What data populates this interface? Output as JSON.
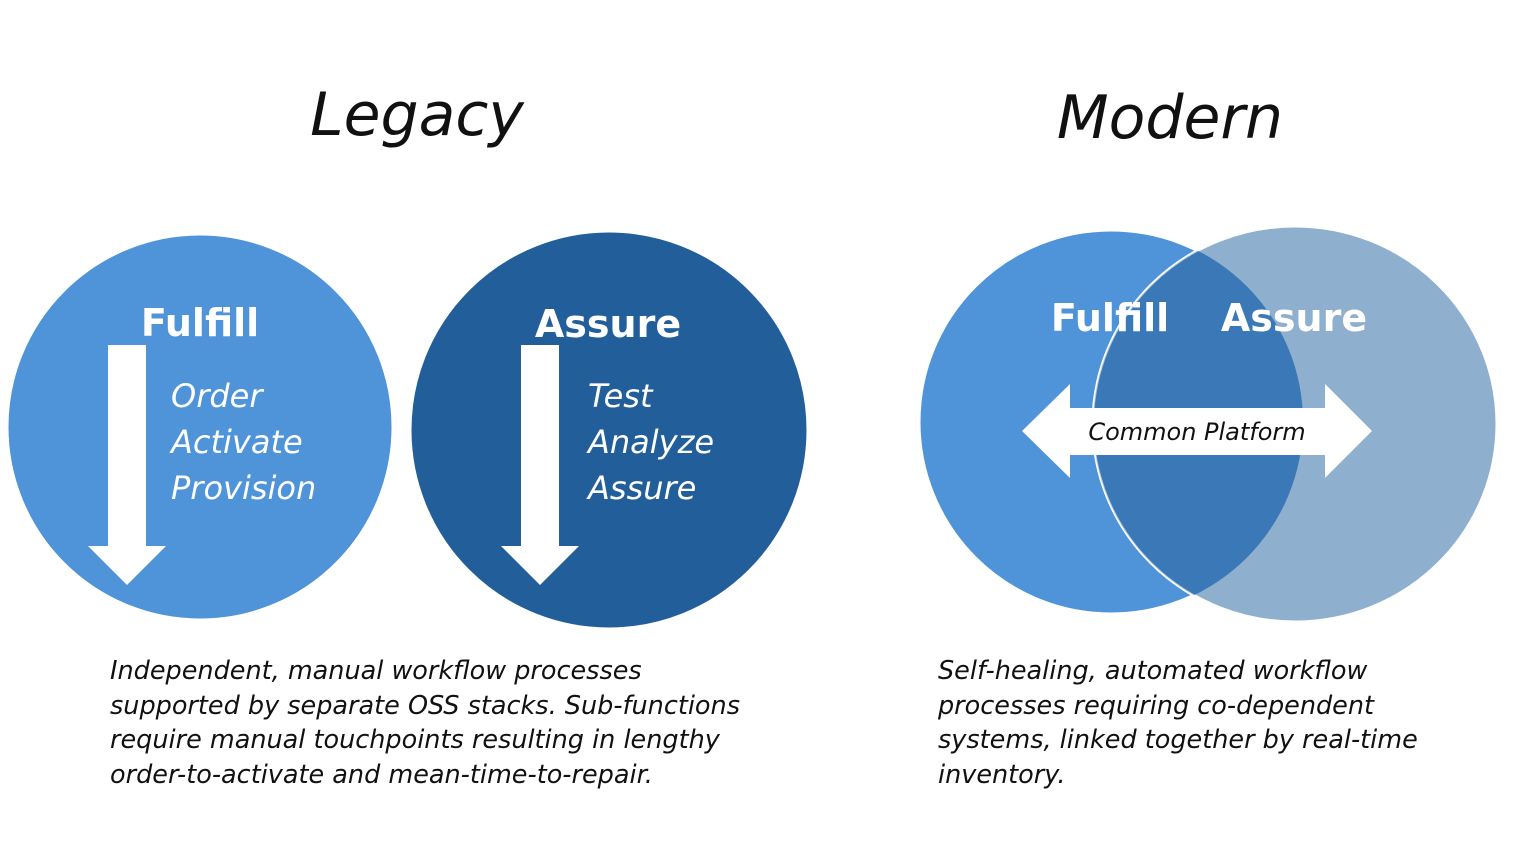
{
  "legacy": {
    "title": "Legacy",
    "fulfill": {
      "label": "Fulfill",
      "steps": [
        "Order",
        "Activate",
        "Provision"
      ],
      "color": "#4f93d9"
    },
    "assure": {
      "label": "Assure",
      "steps": [
        "Test",
        "Analyze",
        "Assure"
      ],
      "color": "#225f9a"
    },
    "description": [
      "Independent, manual workflow processes",
      "supported by separate OSS stacks. Sub-functions",
      "require manual touchpoints resulting in lengthy",
      "order-to-activate and mean-time-to-repair."
    ]
  },
  "modern": {
    "title": "Modern",
    "fulfill_label": "Fulfill",
    "assure_label": "Assure",
    "platform_label": "Common Platform",
    "colors": {
      "fulfill": "#4f93d9",
      "assure": "#8eafcd",
      "overlap": "#3a78b8"
    },
    "description": [
      "Self-healing, automated workflow",
      "processes requiring co-dependent",
      "systems, linked together by real-time",
      "inventory."
    ]
  }
}
